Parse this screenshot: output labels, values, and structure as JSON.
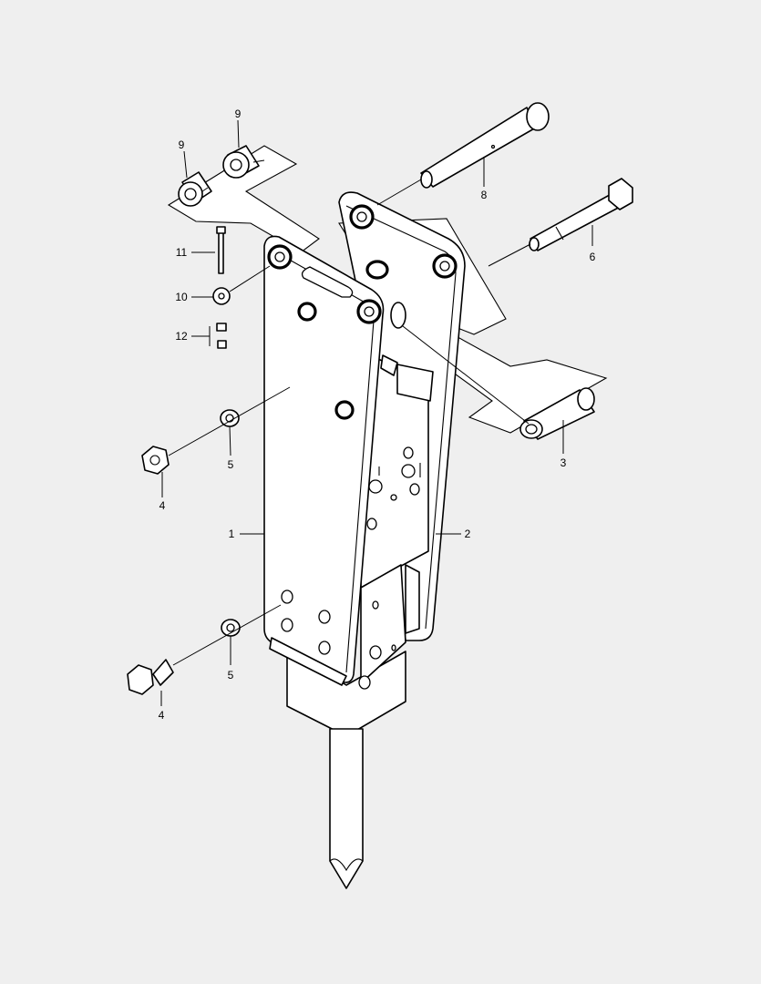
{
  "diagram": {
    "callouts": [
      {
        "id": "label-9a",
        "text": "9"
      },
      {
        "id": "label-9b",
        "text": "9"
      },
      {
        "id": "label-8",
        "text": "8"
      },
      {
        "id": "label-6",
        "text": "6"
      },
      {
        "id": "label-11",
        "text": "11"
      },
      {
        "id": "label-10",
        "text": "10"
      },
      {
        "id": "label-12",
        "text": "12"
      },
      {
        "id": "label-3",
        "text": "3"
      },
      {
        "id": "label-5a",
        "text": "5"
      },
      {
        "id": "label-4a",
        "text": "4"
      },
      {
        "id": "label-1",
        "text": "1"
      },
      {
        "id": "label-2",
        "text": "2"
      },
      {
        "id": "label-5b",
        "text": "5"
      },
      {
        "id": "label-4b",
        "text": "4"
      }
    ]
  }
}
